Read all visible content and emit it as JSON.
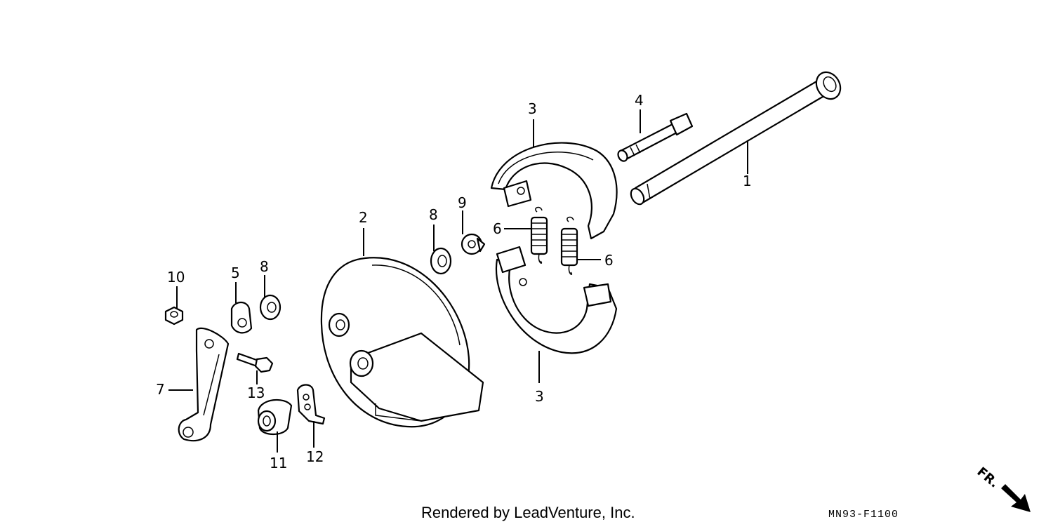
{
  "callouts": [
    {
      "id": "1",
      "text": "1"
    },
    {
      "id": "2",
      "text": "2"
    },
    {
      "id": "3a",
      "text": "3"
    },
    {
      "id": "3b",
      "text": "3"
    },
    {
      "id": "4",
      "text": "4"
    },
    {
      "id": "5",
      "text": "5"
    },
    {
      "id": "6a",
      "text": "6"
    },
    {
      "id": "6b",
      "text": "6"
    },
    {
      "id": "7",
      "text": "7"
    },
    {
      "id": "8a",
      "text": "8"
    },
    {
      "id": "8b",
      "text": "8"
    },
    {
      "id": "9",
      "text": "9"
    },
    {
      "id": "10",
      "text": "10"
    },
    {
      "id": "11",
      "text": "11"
    },
    {
      "id": "12",
      "text": "12"
    },
    {
      "id": "13",
      "text": "13"
    }
  ],
  "footer": {
    "rendered_by": "Rendered by LeadVenture, Inc.",
    "diagram_code": "MN93-F1100",
    "direction_label": "FR."
  }
}
